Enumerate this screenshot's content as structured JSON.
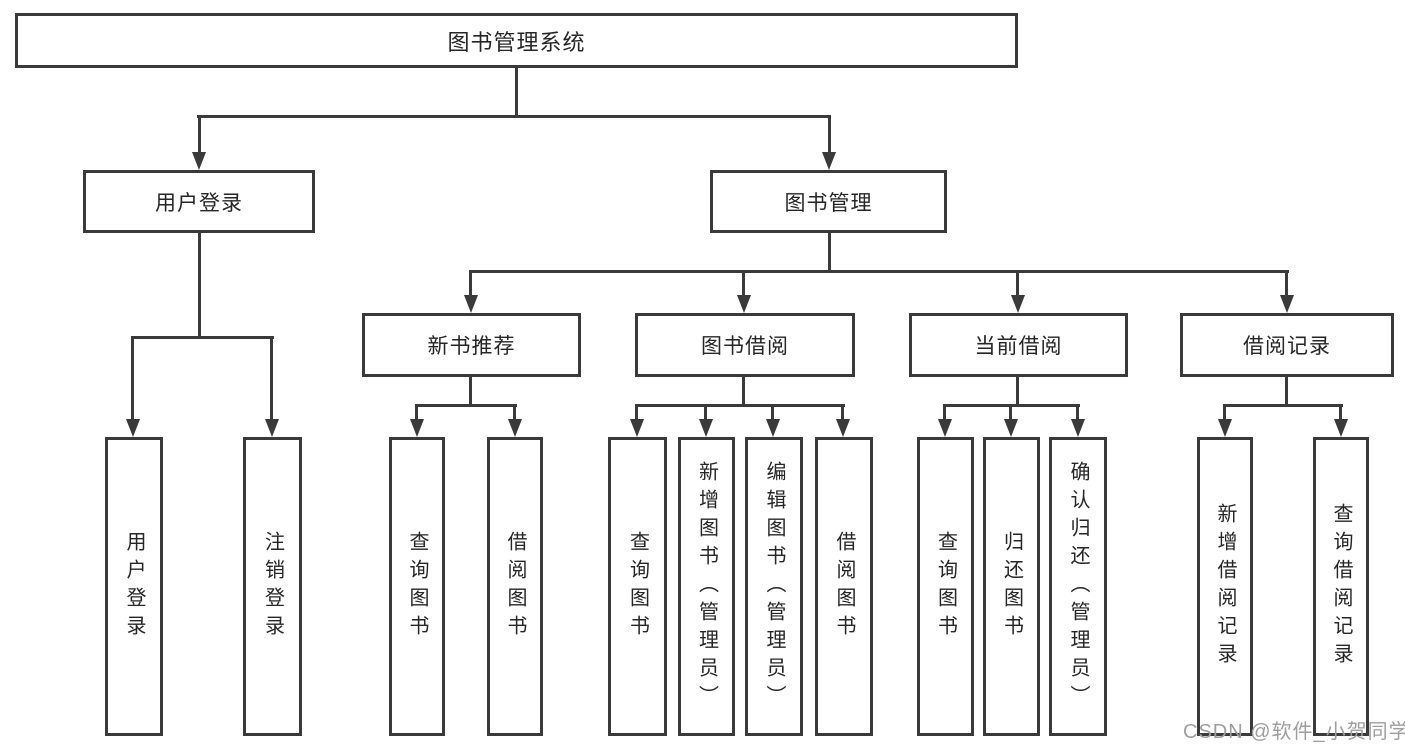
{
  "diagram_title": "图书管理系统",
  "colors": {
    "line": "#3a3a3a",
    "text": "#262626",
    "background": "#ffffff",
    "watermark": "#9e9e9e"
  },
  "tree": {
    "label": "图书管理系统",
    "children": [
      {
        "label": "用户登录",
        "children": [
          {
            "label": "用户登录"
          },
          {
            "label": "注销登录"
          }
        ]
      },
      {
        "label": "图书管理",
        "children": [
          {
            "label": "新书推荐",
            "children": [
              {
                "label": "查询图书"
              },
              {
                "label": "借阅图书"
              }
            ]
          },
          {
            "label": "图书借阅",
            "children": [
              {
                "label": "查询图书"
              },
              {
                "label": "新增图书（管理员）"
              },
              {
                "label": "编辑图书（管理员）"
              },
              {
                "label": "借阅图书"
              }
            ]
          },
          {
            "label": "当前借阅",
            "children": [
              {
                "label": "查询图书"
              },
              {
                "label": "归还图书"
              },
              {
                "label": "确认归还（管理员）"
              }
            ]
          },
          {
            "label": "借阅记录",
            "children": [
              {
                "label": "新增借阅记录"
              },
              {
                "label": "查询借阅记录"
              }
            ]
          }
        ]
      }
    ]
  },
  "watermark": {
    "text": "CSDN @软件_小贺同学"
  }
}
